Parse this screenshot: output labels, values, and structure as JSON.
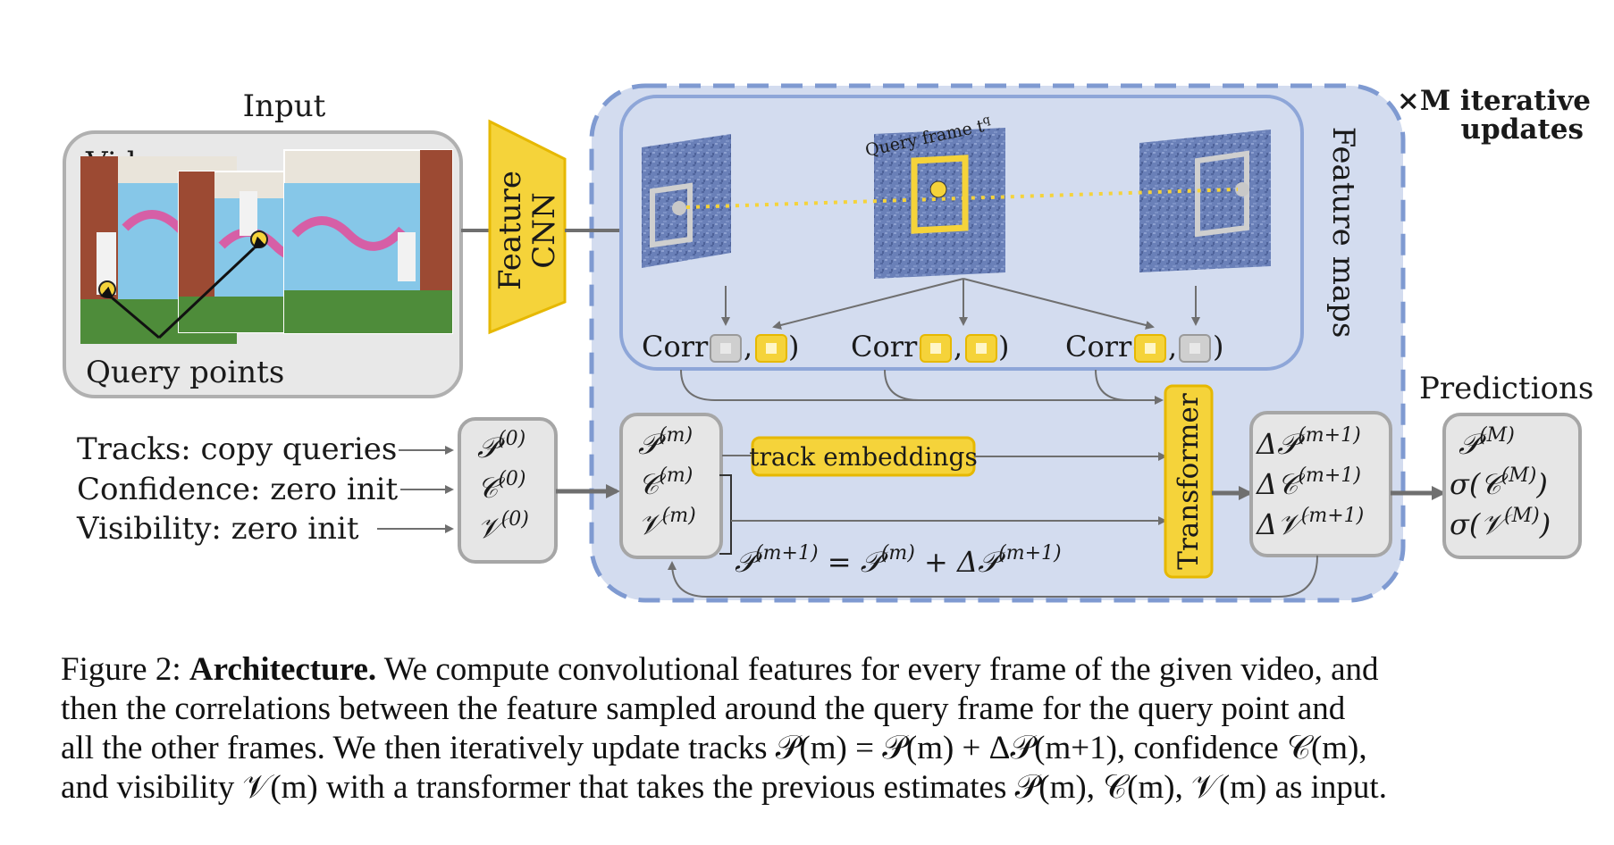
{
  "diagram": {
    "input_title": "Input",
    "video_label": "Video",
    "query_points_label": "Query points",
    "feature_cnn": [
      "Feature",
      "CNN"
    ],
    "query_frame_label": "Query frame t",
    "query_frame_sup": "q",
    "feature_maps_label": "Feature maps",
    "iter_label": [
      "×M iterative",
      "updates"
    ],
    "corr_label": "Corr(",
    "predictions_label": "Predictions",
    "inputs": [
      "Tracks: copy queries",
      "Confidence: zero init",
      "Visibility: zero init"
    ],
    "init_box": [
      {
        "sym": "𝒫",
        "sup": "(0)"
      },
      {
        "sym": "𝒞",
        "sup": "(0)"
      },
      {
        "sym": "𝒱",
        "sup": "(0)"
      }
    ],
    "iter_box": [
      {
        "sym": "𝒫",
        "sup": "(m)"
      },
      {
        "sym": "𝒞",
        "sup": "(m)"
      },
      {
        "sym": "𝒱",
        "sup": "(m)"
      }
    ],
    "track_embeddings": "track embeddings",
    "transformer": "Transformer",
    "delta_box": [
      {
        "sym": "Δ𝒫",
        "sup": "(m+1)"
      },
      {
        "sym": "Δ𝒞",
        "sup": "(m+1)"
      },
      {
        "sym": "Δ𝒱",
        "sup": "(m+1)"
      }
    ],
    "pred_box": [
      {
        "sym": "𝒫",
        "sup": "(M)"
      },
      {
        "sym": "σ(𝒞",
        "sup": "(M)",
        "tail": ")"
      },
      {
        "sym": "σ(𝒱",
        "sup": "(M)",
        "tail": ")"
      }
    ],
    "update_eq": {
      "a": "𝒫",
      "a_sup": "(m+1)",
      "eq": " = ",
      "b": "𝒫",
      "b_sup": "(m)",
      "plus": " + ",
      "c": "Δ𝒫",
      "c_sup": "(m+1)"
    }
  },
  "caption": {
    "prefix": "Figure 2: ",
    "bold": "Architecture.",
    "line1": " We compute convolutional features for every frame of the given video, and",
    "line2": "then the correlations between the feature sampled around the query frame for the query point and",
    "line3": "all the other frames. We then iteratively update tracks 𝒫(m) = 𝒫(m) + Δ𝒫(m+1), confidence 𝒞(m),",
    "line4": "and visibility 𝒱(m) with a transformer that takes the previous estimates 𝒫(m), 𝒞(m), 𝒱(m) as input."
  },
  "colors": {
    "yellow": "#f5d33a",
    "yellow_border": "#e6b800",
    "panel_fill": "#d3dcef",
    "panel_dash": "#7f9ad1",
    "inner_border": "#8ea6d8",
    "box_fill": "#e6e6e6",
    "box_border": "#a6a6a6",
    "arrow": "#6f6f6f",
    "feature_blue": "#6a80b8"
  }
}
